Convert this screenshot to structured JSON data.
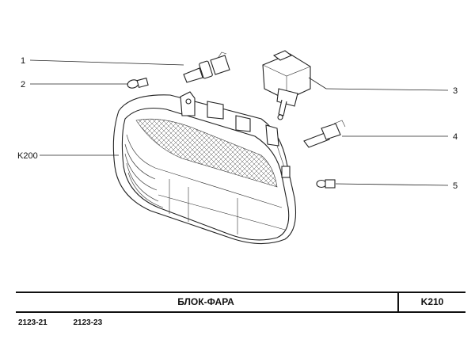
{
  "callouts": {
    "c1": "1",
    "c2": "2",
    "c3": "3",
    "c4": "4",
    "c5": "5",
    "housing": "K200"
  },
  "title_block": {
    "title": "БЛОК-ФАРА",
    "code": "K210"
  },
  "models": [
    "2123-21",
    "2123-23"
  ]
}
